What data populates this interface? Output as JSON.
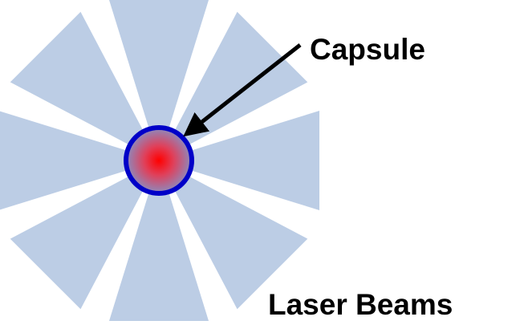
{
  "labels": {
    "capsule": "Capsule",
    "laser_beams": "Laser Beams"
  },
  "beams": {
    "count": 8,
    "color": "#7a9ccc"
  },
  "capsule": {
    "ring_color": "#0000c8",
    "core_color": "#ff0000",
    "edge_color": "#8a8cc0"
  },
  "arrow_color": "#000000"
}
